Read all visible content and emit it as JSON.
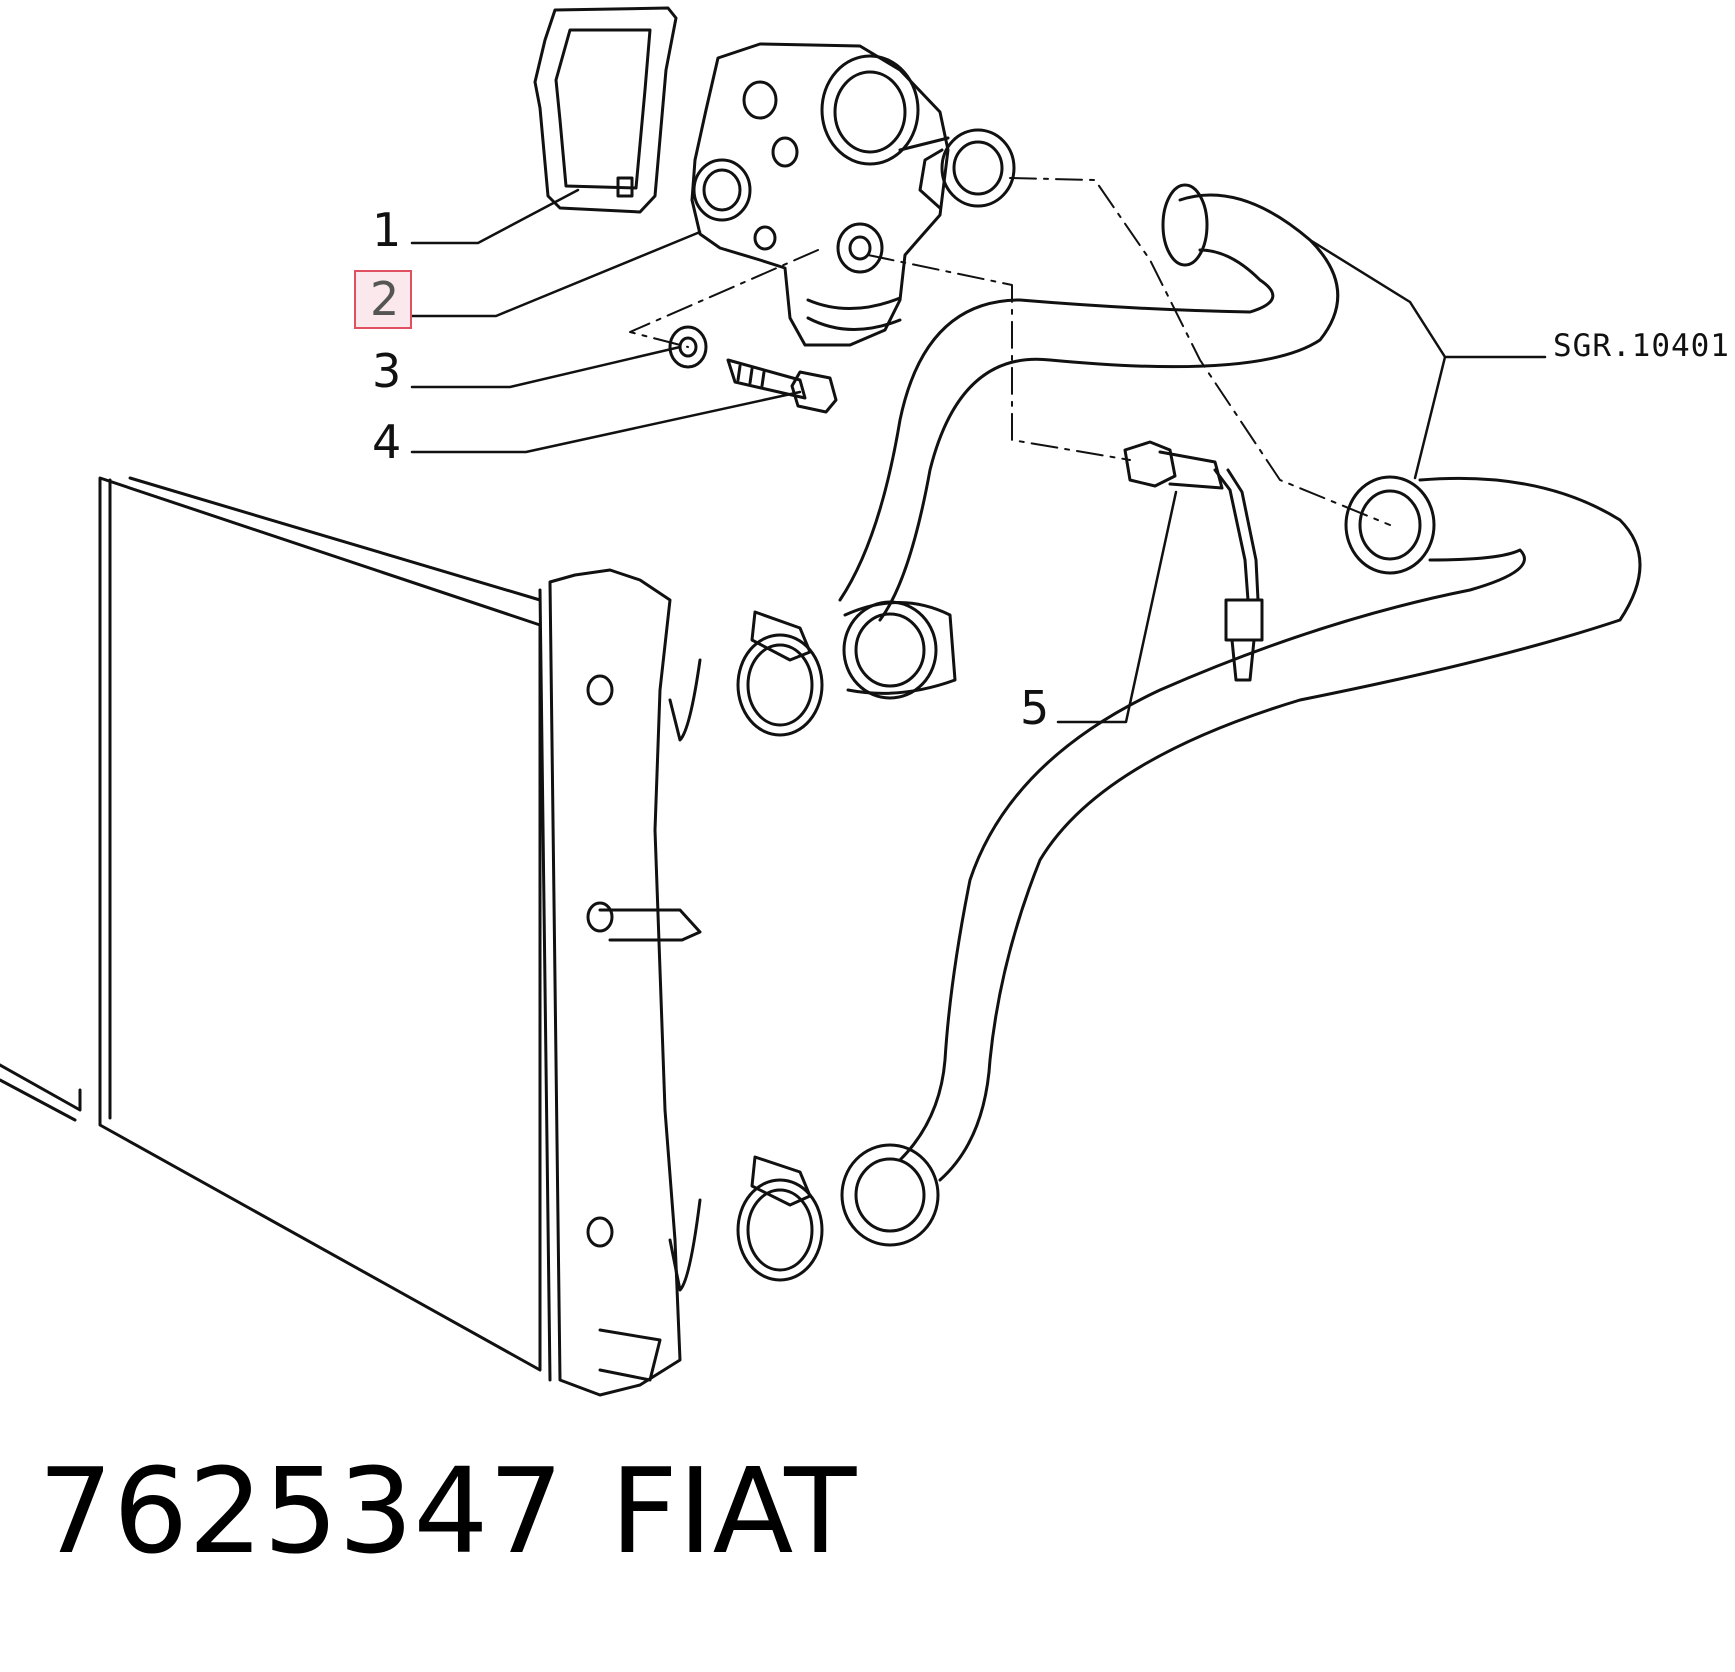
{
  "callouts": [
    {
      "number": "1",
      "part": "gasket"
    },
    {
      "number": "2",
      "part": "thermostat-housing",
      "highlighted": true
    },
    {
      "number": "3",
      "part": "washer"
    },
    {
      "number": "4",
      "part": "bolt"
    },
    {
      "number": "5",
      "part": "temperature-sensor"
    }
  ],
  "reference_label": "SGR.10401",
  "part_number": "7625347",
  "brand": "FIAT",
  "highlight_color": "#e05060"
}
